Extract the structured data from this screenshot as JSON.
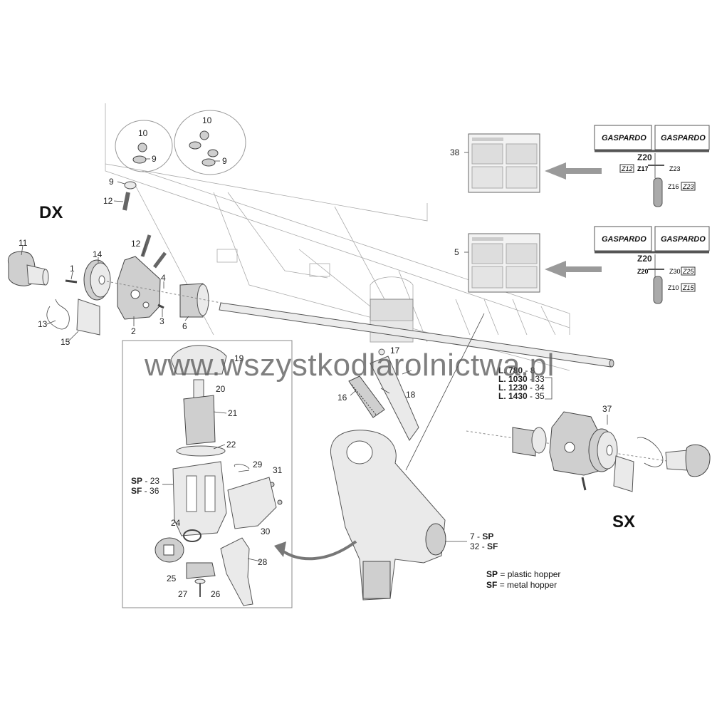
{
  "sides": {
    "dx": "DX",
    "sx": "SX"
  },
  "watermark": "www.wszystkodlarolnictwa.pl",
  "legend": {
    "sp_code": "SP",
    "sp_text": "= plastic hopper",
    "sf_code": "SF",
    "sf_text": "= metal hopper"
  },
  "gear_panels": [
    {
      "brand_left": "GASPARDO",
      "brand_right": "GASPARDO",
      "shaft": "Z20",
      "top_left_boxed": "Z12",
      "top_left": "Z17",
      "top_right": "Z23",
      "bottom_left": "Z16",
      "bottom_right_boxed": "Z23",
      "doc_ref": "38"
    },
    {
      "brand_left": "GASPARDO",
      "brand_right": "GASPARDO",
      "shaft": "Z20",
      "top_left_boxed": "",
      "top_left": "Z20",
      "top_right": "Z30",
      "top_right_boxed": "Z25",
      "bottom_left": "Z10",
      "bottom_right_boxed": "Z15",
      "doc_ref": "5"
    }
  ],
  "lengths": [
    {
      "label": "L. 780",
      "part": "8"
    },
    {
      "label": "L. 1030",
      "part": "33"
    },
    {
      "label": "L. 1230",
      "part": "34"
    },
    {
      "label": "L. 1430",
      "part": "35"
    }
  ],
  "hopper_variants": [
    {
      "part": "23",
      "code": "SP"
    },
    {
      "part": "36",
      "code": "SF"
    }
  ],
  "drive_variants": [
    {
      "part": "7",
      "code": "SP"
    },
    {
      "part": "32",
      "code": "SF"
    }
  ],
  "part_labels": {
    "p1": "1",
    "p2": "2",
    "p3": "3",
    "p4": "4",
    "p6": "6",
    "p9a": "9",
    "p9b": "9",
    "p9c": "9",
    "p10a": "10",
    "p10b": "10",
    "p11": "11",
    "p12a": "12",
    "p12b": "12",
    "p13": "13",
    "p14": "14",
    "p15": "15",
    "p16": "16",
    "p17": "17",
    "p18": "18",
    "p19": "19",
    "p20": "20",
    "p21": "21",
    "p22": "22",
    "p24": "24",
    "p25": "25",
    "p26": "26",
    "p27": "27",
    "p28": "28",
    "p29": "29",
    "p30": "30",
    "p31": "31",
    "p37": "37"
  }
}
